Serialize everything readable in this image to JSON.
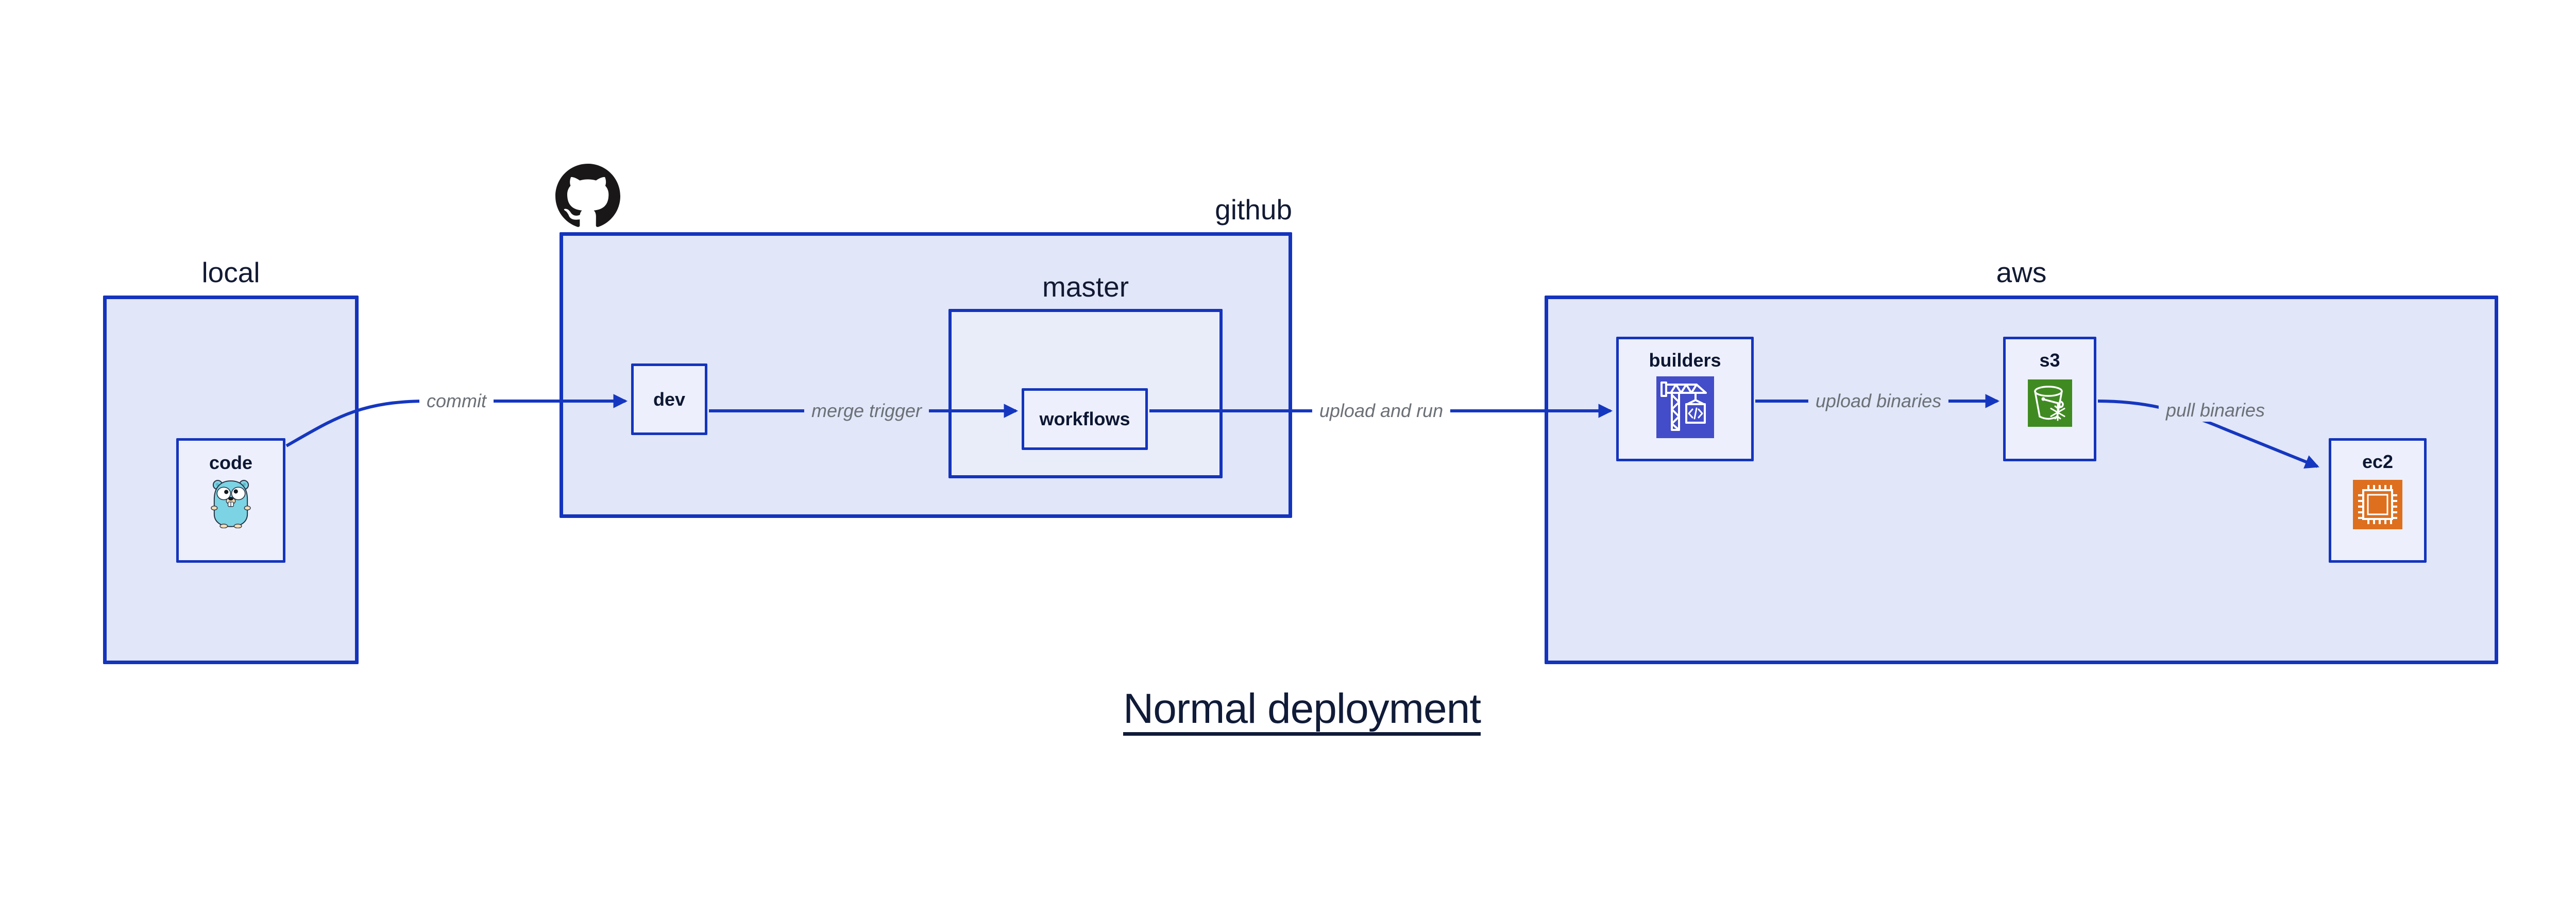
{
  "title": {
    "text": "Normal deployment"
  },
  "groups": {
    "local": {
      "label": "local"
    },
    "github": {
      "label": "github"
    },
    "master": {
      "label": "master"
    },
    "aws": {
      "label": "aws"
    }
  },
  "nodes": {
    "code": {
      "label": "code"
    },
    "dev": {
      "label": "dev"
    },
    "workflows": {
      "label": "workflows"
    },
    "builders": {
      "label": "builders"
    },
    "s3": {
      "label": "s3"
    },
    "ec2": {
      "label": "ec2"
    }
  },
  "edges": {
    "commit": {
      "label": "commit"
    },
    "merge_trigger": {
      "label": "merge trigger"
    },
    "upload_and_run": {
      "label": "upload and run"
    },
    "upload_binaries": {
      "label": "upload binaries"
    },
    "pull_binaries": {
      "label": "pull binaries"
    }
  },
  "icons": {
    "github_logo": "github-octocat-icon",
    "code": "go-gopher-icon",
    "builders": "codebuild-crane-icon",
    "s3": "s3-glacier-bucket-icon",
    "ec2": "ec2-chip-icon"
  },
  "colors": {
    "canvas_bg": "#ffffff",
    "group_fill": "#e1e6f8",
    "master_fill": "#e9edfa",
    "node_fill": "#edf0fc",
    "border_blue": "#1434bd",
    "edge_blue": "#1537c0",
    "text_dark": "#0d1733",
    "edge_label_gray": "#6b7076",
    "builders_icon_bg": "#434cc9",
    "s3_icon_bg": "#3f8b22",
    "ec2_icon_bg": "#dd6f1e",
    "octocat_black": "#191717",
    "gopher_teal": "#7cd3e3"
  }
}
